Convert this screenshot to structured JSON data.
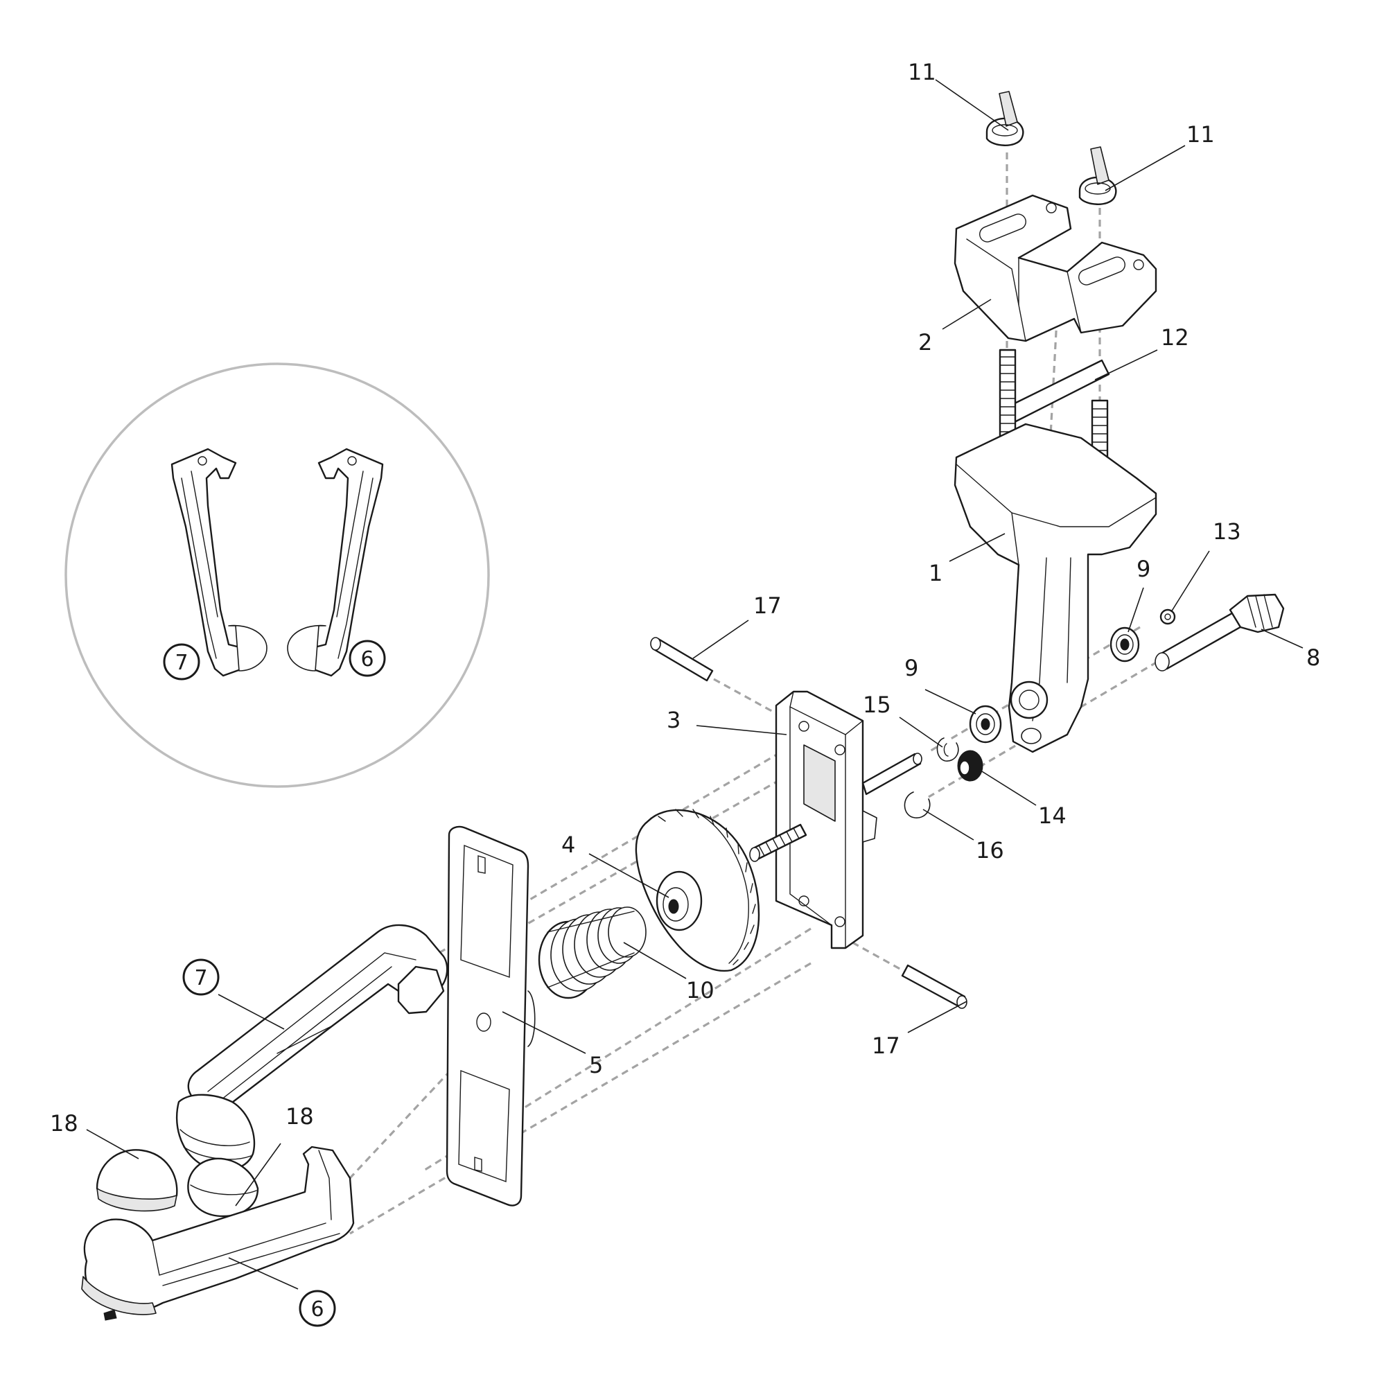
{
  "callouts": [
    {
      "id": "11a",
      "label": "11"
    },
    {
      "id": "11b",
      "label": "11"
    },
    {
      "id": "2",
      "label": "2"
    },
    {
      "id": "12",
      "label": "12"
    },
    {
      "id": "1",
      "label": "1"
    },
    {
      "id": "13",
      "label": "13"
    },
    {
      "id": "9a",
      "label": "9"
    },
    {
      "id": "8",
      "label": "8"
    },
    {
      "id": "17a",
      "label": "17"
    },
    {
      "id": "9b",
      "label": "9"
    },
    {
      "id": "15",
      "label": "15"
    },
    {
      "id": "3",
      "label": "3"
    },
    {
      "id": "14",
      "label": "14"
    },
    {
      "id": "16",
      "label": "16"
    },
    {
      "id": "4",
      "label": "4"
    },
    {
      "id": "10",
      "label": "10"
    },
    {
      "id": "5",
      "label": "5"
    },
    {
      "id": "17b",
      "label": "17"
    },
    {
      "id": "18a",
      "label": "18"
    },
    {
      "id": "18b",
      "label": "18"
    }
  ],
  "circled_callouts": [
    {
      "id": "7-detail",
      "label": "7"
    },
    {
      "id": "6-detail",
      "label": "6"
    },
    {
      "id": "7-main",
      "label": "7"
    },
    {
      "id": "6-main",
      "label": "6"
    }
  ]
}
